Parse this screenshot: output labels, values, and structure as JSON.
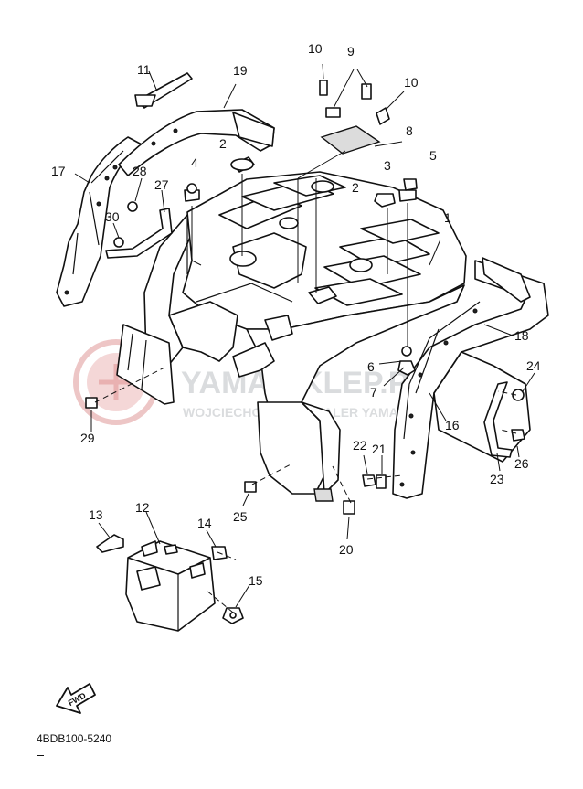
{
  "diagram": {
    "drawing_code": "4BDB100-5240",
    "fwd_label": "FWD",
    "colors": {
      "line": "#111111",
      "watermark": "#e9b7b7",
      "watermark_text": "#d8dadc"
    },
    "watermark": {
      "title": "YAMA-SKLEP.PL",
      "subtitle": "WOJCIECHOWSKI | DEALER YAMAHA"
    },
    "callouts": [
      "1",
      "2",
      "2",
      "3",
      "4",
      "5",
      "6",
      "7",
      "8",
      "9",
      "10",
      "10",
      "11",
      "12",
      "13",
      "14",
      "15",
      "16",
      "17",
      "18",
      "19",
      "20",
      "21",
      "22",
      "23",
      "24",
      "25",
      "26",
      "27",
      "28",
      "29",
      "30"
    ]
  }
}
